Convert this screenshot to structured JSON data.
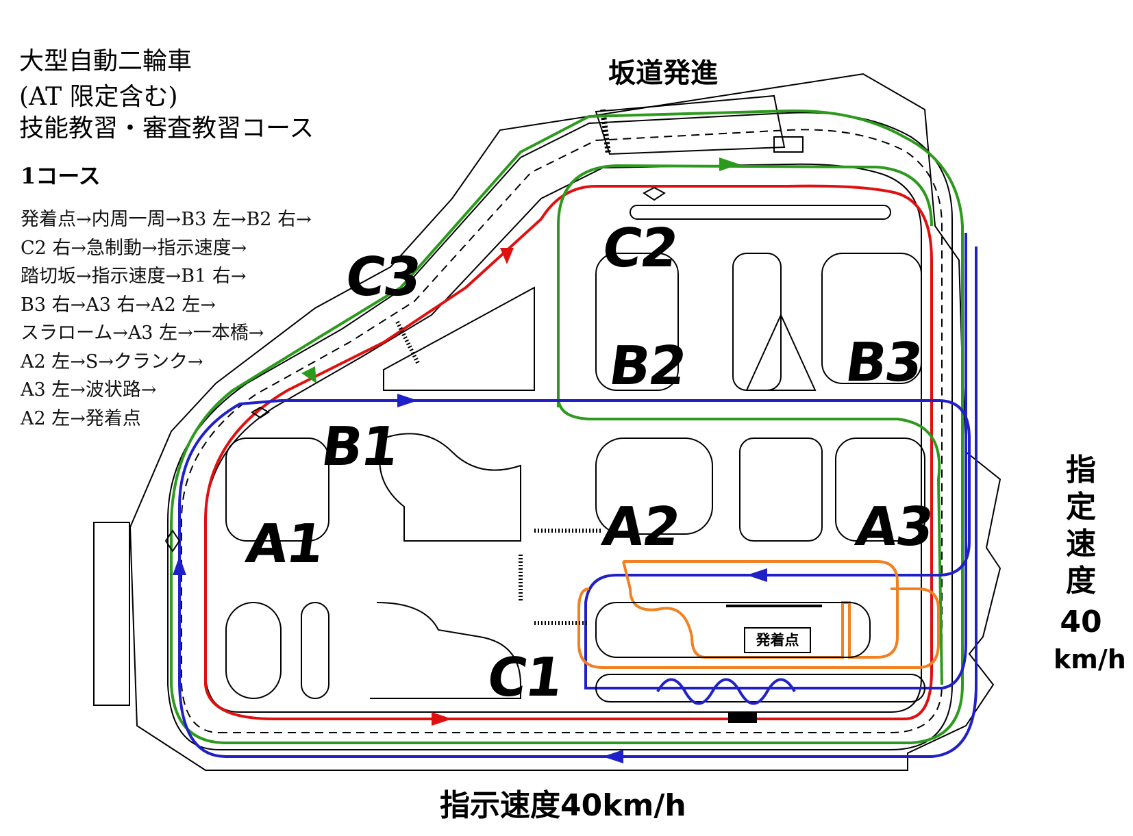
{
  "header": {
    "title_line1": "大型自動二輪車",
    "title_line2": "(AT 限定含む)",
    "title_line3": "技能教習・審査教習コース",
    "course": "1コース"
  },
  "route_steps": [
    "発着点→内周一周→B3 左→B2 右→",
    "C2 右→急制動→指示速度→",
    "踏切坂→指示速度→B1 右→",
    "B3 右→A3 右→A2 左→",
    "スラローム→A3 左→一本橋→",
    "A2 左→S→クランク→",
    "A3 左→波状路→",
    "A2 左→発着点"
  ],
  "labels": {
    "hill_start": "坂道発進",
    "speed_right_1": "指",
    "speed_right_2": "定",
    "speed_right_3": "速",
    "speed_right_4": "度",
    "speed_right_value": "40",
    "speed_right_unit": "km/h",
    "speed_bottom": "指示速度40km/h",
    "start_point": "発着点"
  },
  "zones": {
    "c3": "C3",
    "c2": "C2",
    "b1": "B1",
    "b2": "B2",
    "b3": "B3",
    "a1": "A1",
    "a2": "A2",
    "a3": "A3",
    "c1": "C1"
  },
  "colors": {
    "road_outline": "#000000",
    "route_red": "#e01010",
    "route_green": "#2c9a1c",
    "route_blue": "#2020c8",
    "route_orange": "#f08020"
  }
}
